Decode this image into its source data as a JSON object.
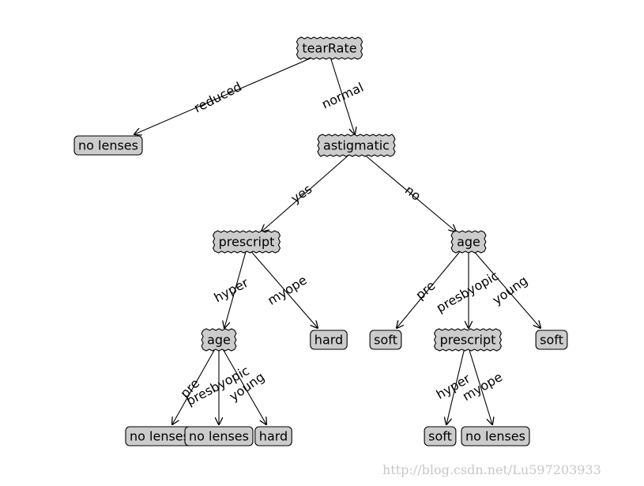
{
  "diagram": {
    "nodes": [
      {
        "id": "n_tearRate",
        "label": "tearRate",
        "kind": "decision"
      },
      {
        "id": "n_nolenses_1",
        "label": "no lenses",
        "kind": "leaf"
      },
      {
        "id": "n_astigmatic",
        "label": "astigmatic",
        "kind": "decision"
      },
      {
        "id": "n_prescript_1",
        "label": "prescript",
        "kind": "decision"
      },
      {
        "id": "n_age_1",
        "label": "age",
        "kind": "decision"
      },
      {
        "id": "n_age_2",
        "label": "age",
        "kind": "decision"
      },
      {
        "id": "n_hard_1",
        "label": "hard",
        "kind": "leaf"
      },
      {
        "id": "n_soft_1",
        "label": "soft",
        "kind": "leaf"
      },
      {
        "id": "n_prescript_2",
        "label": "prescript",
        "kind": "decision"
      },
      {
        "id": "n_soft_2",
        "label": "soft",
        "kind": "leaf"
      },
      {
        "id": "n_nolenses_2",
        "label": "no lenses",
        "kind": "leaf"
      },
      {
        "id": "n_nolenses_3",
        "label": "no lenses",
        "kind": "leaf"
      },
      {
        "id": "n_hard_2",
        "label": "hard",
        "kind": "leaf"
      },
      {
        "id": "n_soft_3",
        "label": "soft",
        "kind": "leaf"
      },
      {
        "id": "n_nolenses_4",
        "label": "no lenses",
        "kind": "leaf"
      }
    ],
    "edges": [
      {
        "from": "n_tearRate",
        "to": "n_nolenses_1",
        "label": "reduced"
      },
      {
        "from": "n_tearRate",
        "to": "n_astigmatic",
        "label": "normal"
      },
      {
        "from": "n_astigmatic",
        "to": "n_prescript_1",
        "label": "yes"
      },
      {
        "from": "n_astigmatic",
        "to": "n_age_1",
        "label": "no"
      },
      {
        "from": "n_prescript_1",
        "to": "n_age_2",
        "label": "hyper"
      },
      {
        "from": "n_prescript_1",
        "to": "n_hard_1",
        "label": "myope"
      },
      {
        "from": "n_age_1",
        "to": "n_soft_1",
        "label": "pre"
      },
      {
        "from": "n_age_1",
        "to": "n_prescript_2",
        "label": "presbyopic"
      },
      {
        "from": "n_age_1",
        "to": "n_soft_2",
        "label": "young"
      },
      {
        "from": "n_age_2",
        "to": "n_nolenses_2",
        "label": "pre"
      },
      {
        "from": "n_age_2",
        "to": "n_nolenses_3",
        "label": "presbyopic"
      },
      {
        "from": "n_age_2",
        "to": "n_hard_2",
        "label": "young"
      },
      {
        "from": "n_prescript_2",
        "to": "n_soft_3",
        "label": "hyper"
      },
      {
        "from": "n_prescript_2",
        "to": "n_nolenses_4",
        "label": "myope"
      }
    ]
  },
  "watermark": "http://blog.csdn.net/Lu597203933"
}
